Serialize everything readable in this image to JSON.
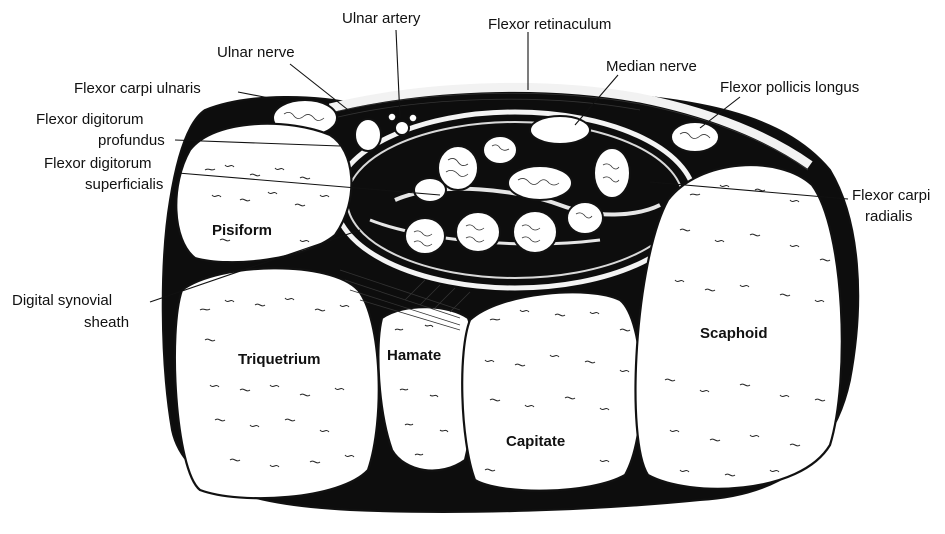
{
  "labels": {
    "ulnar_artery": "Ulnar artery",
    "flexor_retinaculum": "Flexor retinaculum",
    "ulnar_nerve": "Ulnar nerve",
    "median_nerve": "Median nerve",
    "flexor_carpi_ulnaris": "Flexor carpi ulnaris",
    "flexor_pollicis_longus": "Flexor pollicis longus",
    "fdp_line1": "Flexor digitorum",
    "fdp_line2": "profundus",
    "fds_line1": "Flexor digitorum",
    "fds_line2": "superficialis",
    "fcr_line1": "Flexor carpi",
    "fcr_line2": "radialis",
    "synovial_line1": "Digital synovial",
    "synovial_line2": "sheath"
  },
  "bones": {
    "pisiform": "Pisiform",
    "triquetrium": "Triquetrium",
    "hamate": "Hamate",
    "capitate": "Capitate",
    "scaphoid": "Scaphoid"
  },
  "colors": {
    "ink": "#111111",
    "background": "#ffffff"
  }
}
